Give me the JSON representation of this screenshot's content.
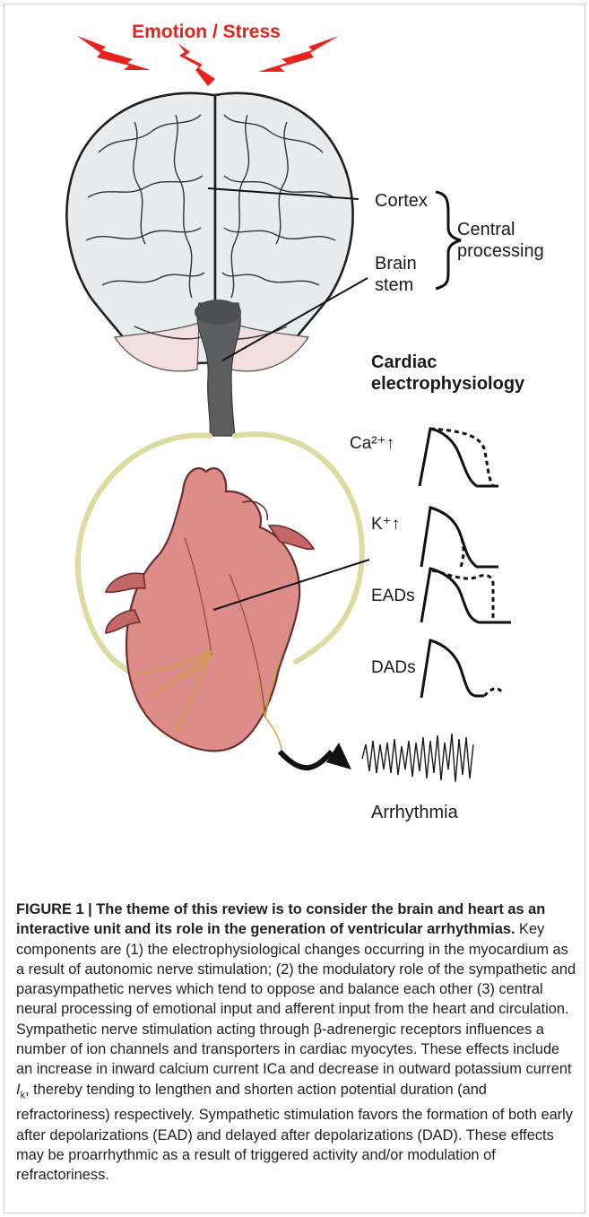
{
  "figure": {
    "top_label": "Emotion / Stress",
    "cortex_label": "Cortex",
    "brainstem_label_line1": "Brain",
    "brainstem_label_line2": "stem",
    "central_label_line1": "Central",
    "central_label_line2": "processing",
    "cardiac_title_line1": "Cardiac",
    "cardiac_title_line2": "electrophysiology",
    "trace_labels": [
      "Ca²⁺↑",
      "K⁺↑",
      "EADs",
      "DADs"
    ],
    "arrhythmia_label": "Arrhythmia",
    "colors": {
      "stress_red": "#e8231c",
      "brain_fill": "#e9ecee",
      "brainstem_gray": "#5b5d5f",
      "vagus_loop": "#dcdca0",
      "heart_fill": "#dd8c8a"
    }
  },
  "caption": {
    "figure_label": "FIGURE 1 | ",
    "title": "The theme of this review is to consider the brain and heart as an interactive unit and its role in the generation of ventricular arrhythmias.",
    "body_part1": " Key components are (1) the electrophysiological changes occurring in the myocardium as a result of autonomic nerve stimulation; (2) the modulatory role of the sympathetic and parasympathetic nerves which tend to oppose and balance each other (3) central neural processing of emotional input and afferent input from the heart and circulation. Sympathetic nerve stimulation acting through β-adrenergic receptors influences a number of ion channels and transporters in cardiac myocytes. These effects include an increase in inward calcium current ICa and decrease in outward potassium current ",
    "ik_symbol": "I",
    "ik_sub": "k",
    "body_part2": ", thereby tending to lengthen and shorten action potential duration (and refractoriness) respectively. Sympathetic stimulation favors the formation of both early after depolarizations (EAD) and delayed after depolarizations (DAD). These effects may be proarrhythmic as a result of triggered activity and/or modulation of refractoriness."
  }
}
